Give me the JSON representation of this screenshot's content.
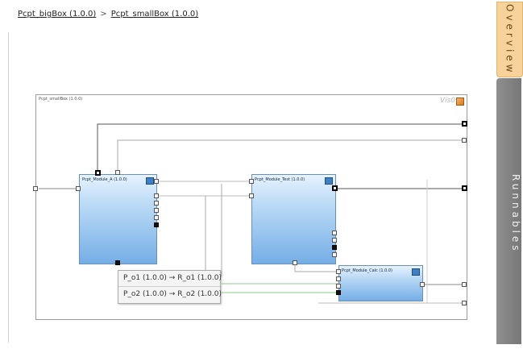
{
  "breadcrumb": {
    "items": [
      "Pcpt_bigBox (1.0.0)",
      "Pcpt_smallBox (1.0.0)"
    ],
    "separator": ">"
  },
  "canvas": {
    "title": "Pcpt_smallBox (1.0.0)",
    "logo": "Vis0"
  },
  "modules": [
    {
      "title": "Pcpt_Module_A (1.0.0)"
    },
    {
      "title": "Pcpt_Module_Test (1.0.0)"
    },
    {
      "title": "Pcpt_Module_Calc (1.0.0)"
    }
  ],
  "tooltip": {
    "lines": [
      "P_o1 (1.0.0) → R_o1 (1.0.0)",
      "P_o2 (1.0.0) → R_o2 (1.0.0)"
    ]
  },
  "sidebar": {
    "tabs": [
      {
        "label": "Overview",
        "active": true
      },
      {
        "label": "Runnables",
        "active": false
      }
    ]
  },
  "colors": {
    "module_top": "#e6f3ff",
    "module_bottom": "#75aee6",
    "overview_tab": "#f7d29a",
    "runnables_tab": "#808080"
  }
}
